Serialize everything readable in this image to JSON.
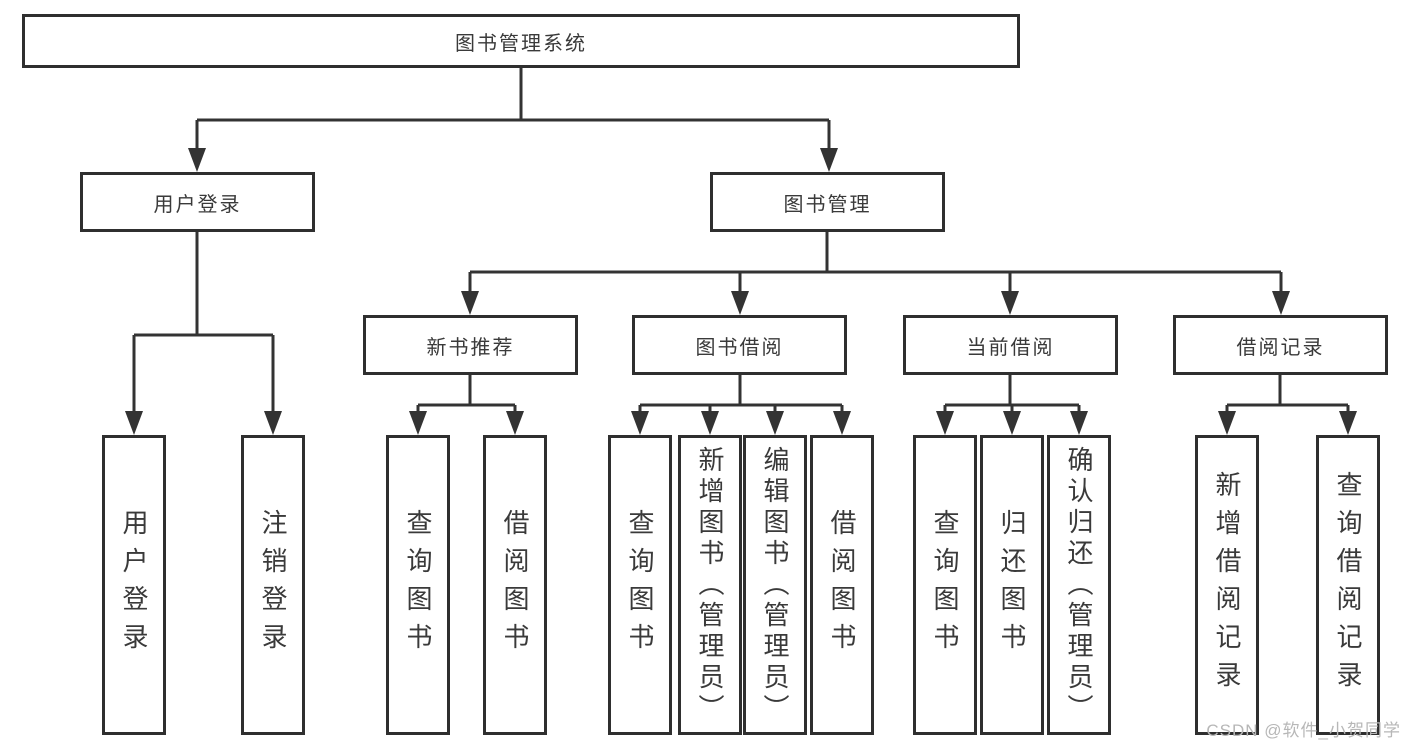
{
  "diagram": {
    "title": "图书管理系统",
    "level2": {
      "user_login": "用户登录",
      "book_management": "图书管理"
    },
    "level3": {
      "new_book_recommend": "新书推荐",
      "book_borrow": "图书借阅",
      "current_borrow": "当前借阅",
      "borrow_records": "借阅记录"
    },
    "leaves": {
      "user_login": [
        "用户登录",
        "注销登录"
      ],
      "new_book_recommend": [
        "查询图书",
        "借阅图书"
      ],
      "book_borrow": [
        "查询图书",
        "新增图书（管理员）",
        "编辑图书（管理员）",
        "借阅图书"
      ],
      "current_borrow": [
        "查询图书",
        "归还图书",
        "确认归还（管理员）"
      ],
      "borrow_records": [
        "新增借阅记录",
        "查询借阅记录"
      ]
    }
  },
  "watermark": "CSDN @软件_小贺同学",
  "colors": {
    "line": "#333333",
    "border": "#2f2f2f",
    "text": "#3a3a3a",
    "watermark": "#b7b7b7",
    "background": "#ffffff"
  }
}
